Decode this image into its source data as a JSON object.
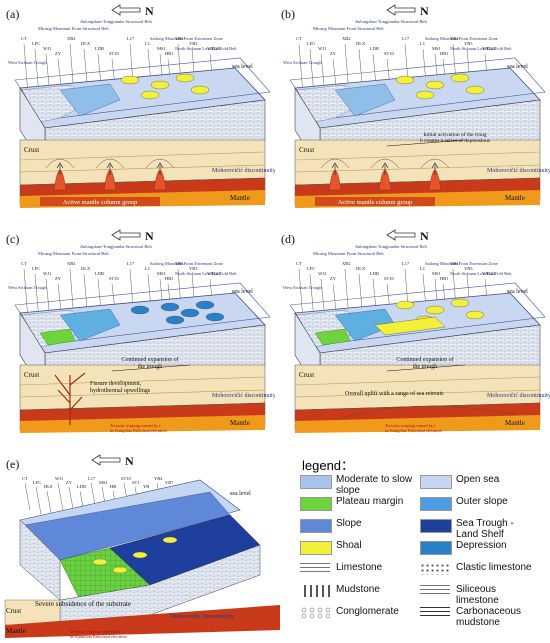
{
  "panels": [
    {
      "label": "(a)",
      "text1": "Active mantle column group",
      "text2": "Mohorovičić discontinuity",
      "text3": "Mantle",
      "text4": "Crust",
      "text5": ""
    },
    {
      "label": "(b)",
      "text1": "Active mantle column group",
      "text2": "Mohorovičić discontinuity",
      "text3": "Mantle",
      "text4": "Crust",
      "text5": "Initial activation of the trough creates a series of depressions"
    },
    {
      "label": "(c)",
      "text1": "Fissure development, hydrothermal upwellings",
      "text2": "Mohorovičić discontinuity",
      "text3": "Mantle",
      "text4": "Crust",
      "text5": "Continued expansion of the trough"
    },
    {
      "label": "(d)",
      "text1": "Overall uplift with a range of sea retreats",
      "text2": "Mohorovičić discontinuity",
      "text3": "Mantle",
      "text4": "Crust",
      "text5": "Continued expansion of the trough"
    },
    {
      "label": "(e)",
      "text1": "Severe subsidence of the substrate",
      "text2": "Mohorovičić discontinuity",
      "text3": "Mantle",
      "text4": "Crust",
      "text5": ""
    }
  ],
  "north": "N",
  "sea_level": "sea level",
  "uplift_note": "Tectonic warping caused by the Kangdian Paleoland elevation",
  "zones": {
    "west": "West Sichuan Trough",
    "micang": "Micang Mountain Front Structural Belt",
    "jiulong": "Jiulongshan-Tongjiamba Structural Belt",
    "sailong": "Sailong Mountain Front Extension Zone",
    "north": "North Sichuan Low Flat Fold Belt"
  },
  "wells": [
    "CT",
    "LFC",
    "ZY",
    "WJ1",
    "DLX",
    "LDB",
    "L17",
    "L1",
    "MS1",
    "HB1",
    "YB4",
    "YB7",
    "YB3",
    "YB224",
    "ST10",
    "ST9",
    "XB2"
  ],
  "legend": {
    "title": "legend：",
    "items": [
      {
        "label": "Moderate to slow slope",
        "color": "#a9c4ea"
      },
      {
        "label": "Open sea",
        "color": "#c4d6f2"
      },
      {
        "label": "Plateau margin",
        "color": "#6fd43c"
      },
      {
        "label": "Outer slope",
        "color": "#4f9be4"
      },
      {
        "label": "Slope",
        "color": "#5f88d8"
      },
      {
        "label": "Sea Trough - Land Shelf",
        "color": "#1f3f9e"
      },
      {
        "label": "Shoal",
        "color": "#f3f03a"
      },
      {
        "label": "Depression",
        "color": "#2a80c8"
      },
      {
        "label": "Limestone",
        "color": ""
      },
      {
        "label": "Clastic limestone",
        "color": ""
      },
      {
        "label": "Mudstone",
        "color": ""
      },
      {
        "label": "Siliceous limestone",
        "color": ""
      },
      {
        "label": "Conglomerate",
        "color": ""
      },
      {
        "label": "Carbonaceous mudstone",
        "color": ""
      }
    ]
  }
}
